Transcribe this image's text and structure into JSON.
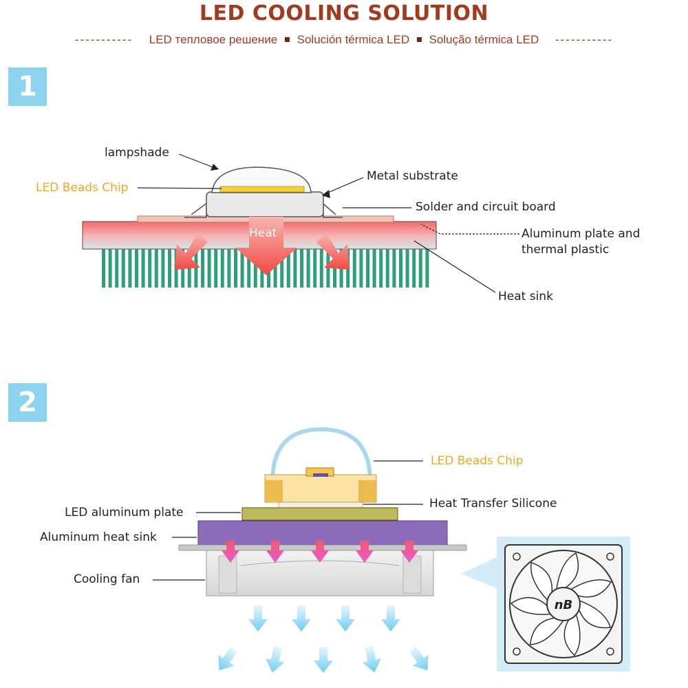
{
  "header": {
    "title": "LED COOLING SOLUTION",
    "subtitle_ru": "LED тепловое решение",
    "subtitle_es": "Solución térmica LED",
    "subtitle_pt": "Solução térmica LED",
    "dashes": "-----------"
  },
  "section1": {
    "number": "1",
    "labels": {
      "lampshade": "lampshade",
      "led_beads_chip": "LED Beads Chip",
      "metal_substrate": "Metal substrate",
      "solder_board": "Solder and circuit board",
      "aluminum_plate_1": "Aluminum plate and",
      "aluminum_plate_2": "thermal plastic",
      "heat_sink": "Heat sink",
      "heat": "Heat"
    }
  },
  "section2": {
    "number": "2",
    "labels": {
      "led_beads_chip": "LED Beads Chip",
      "heat_transfer_silicone": "Heat Transfer Silicone",
      "led_aluminum_plate": "LED aluminum plate",
      "aluminum_heat_sink": "Aluminum heat sink",
      "cooling_fan": "Cooling fan",
      "fan_logo": "nB"
    }
  },
  "colors": {
    "title": "#a33a1d",
    "badge": "#8dd3ef",
    "orange_label": "#f0a81c",
    "heat_arrow": "#f2544f",
    "fin_green": "#2f9e7a",
    "purple_sink": "#8a6bb5",
    "airflow": "#7dd3f2"
  }
}
